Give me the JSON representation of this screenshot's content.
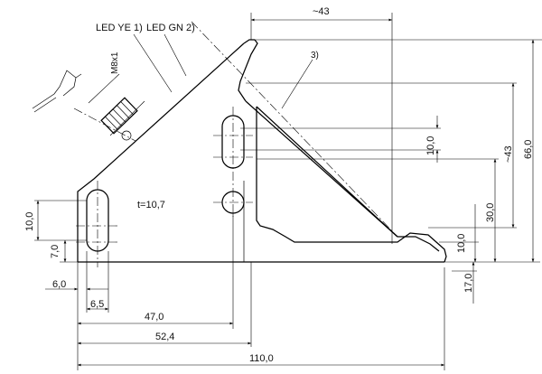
{
  "labels": {
    "led_ye": "LED YE 1)",
    "led_gn": "LED GN 2)",
    "note3": "3)",
    "thread": "M8x1",
    "thickness": "t=10,7"
  },
  "dimensions": {
    "top_width": "~43",
    "right_height": "66,0",
    "right_43": "~43",
    "right_30": "30,0",
    "right_17": "17,0",
    "right_10_low": "10,0",
    "slot_10_right": "10,0",
    "left_10": "10,0",
    "left_7": "7,0",
    "left_6": "6,0",
    "bottom_6_5": "6,5",
    "bottom_47": "47,0",
    "bottom_52_4": "52,4",
    "bottom_110": "110,0"
  }
}
